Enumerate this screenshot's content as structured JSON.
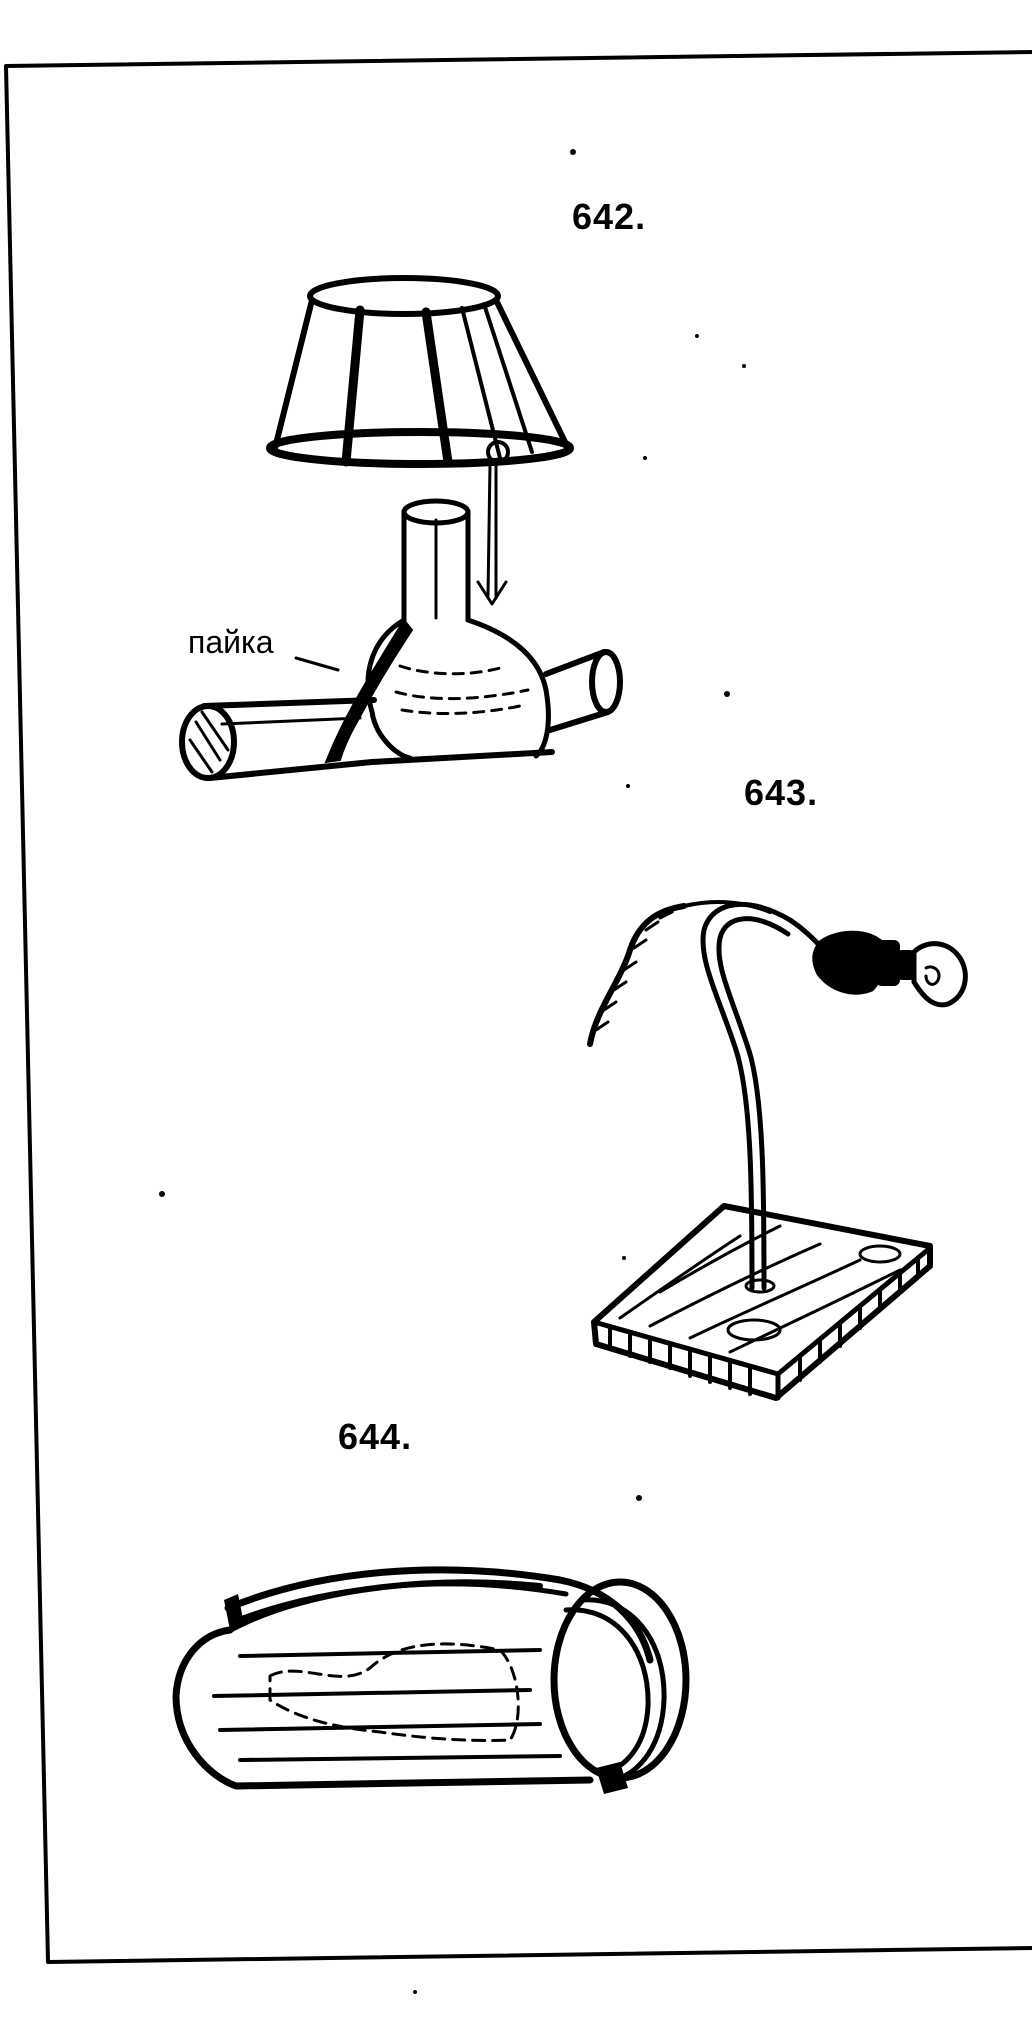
{
  "figures": [
    {
      "number": "642.",
      "callout": "пайка"
    },
    {
      "number": "643."
    },
    {
      "number": "644."
    }
  ],
  "colors": {
    "ink": "#000000",
    "paper": "#ffffff"
  }
}
